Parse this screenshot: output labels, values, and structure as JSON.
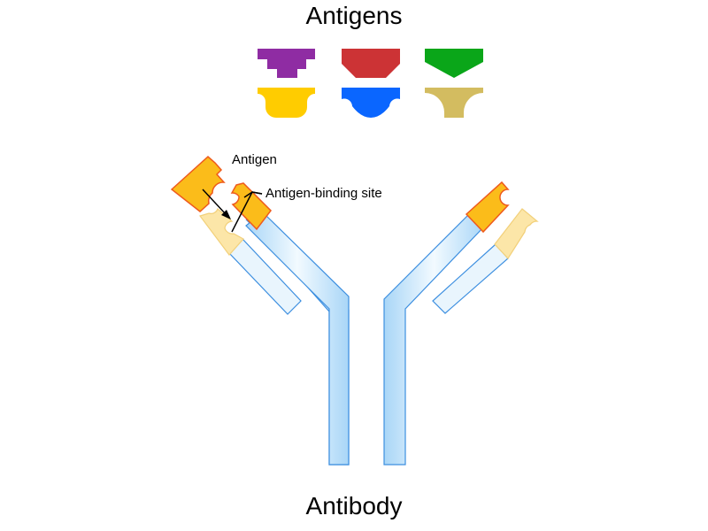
{
  "title": "Antigens",
  "caption": "Antibody",
  "labels": {
    "antigen": "Antigen",
    "binding_site": "Antigen-binding site"
  },
  "antigens": [
    {
      "color": "#8f2ca3",
      "shape": "stepped"
    },
    {
      "color": "#cc3335",
      "shape": "chamfered"
    },
    {
      "color": "#0aa619",
      "shape": "pointed"
    },
    {
      "color": "#ffcc00",
      "shape": "rounded-notch"
    },
    {
      "color": "#0a66ff",
      "shape": "side-notches"
    },
    {
      "color": "#d3bc60",
      "shape": "concave"
    }
  ],
  "colors": {
    "chain_fill": "#cfe9fa",
    "chain_stroke": "#3d8fe0",
    "binding_site": "#fbbc1a",
    "binding_site_stroke": "#ee5a1d",
    "light_binding_site": "#fce6a8",
    "light_binding_site_stroke": "#f2d07a"
  }
}
